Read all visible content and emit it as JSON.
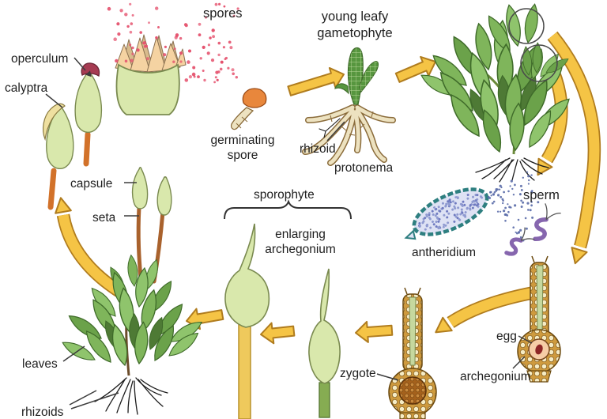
{
  "labels": {
    "spores": "spores",
    "operculum": "operculum",
    "calyptra": "calyptra",
    "capsule": "capsule",
    "seta": "seta",
    "leaves": "leaves",
    "rhizoids": "rhizoids",
    "germinating_spore": "germinating\nspore",
    "rhizoid": "rhizoid",
    "protonema": "protonema",
    "young_leafy_gametophyte": "young leafy\ngametophyte",
    "sperm": "sperm",
    "antheridium": "antheridium",
    "egg": "egg",
    "archegonium": "archegonium",
    "zygote": "zygote",
    "sporophyte": "sporophyte",
    "enlarging_archegonium": "enlarging\narchegonium"
  },
  "colors": {
    "background": "#ffffff",
    "text": "#1e1e1e",
    "arrow": "#F5C445",
    "arrow_outline": "#B07C1E",
    "capsule_green": "#D9E8AC",
    "capsule_outline": "#7a8a50",
    "leaf_light": "#8FC46C",
    "leaf_mid": "#7FB55B",
    "leaf_deep": "#6BA24A",
    "leaf_dark": "#4E7A35",
    "leaf_outline": "#3F6B2A",
    "seta": "#A9622D",
    "seta_bright": "#D2722A",
    "operculum": "#A63B52",
    "calyptra": "#EFE0A0",
    "tooth_front": "#F5D3A2",
    "tooth_back": "#D8BB8C",
    "spore_red": "#E5526E",
    "bud_green": "#57963F",
    "proto_fill": "#EDE2C0",
    "proto_outline": "#8a6b3a",
    "antheridium_fill": "#DEE2F4",
    "antheridium_border": "#2E7F80",
    "antheridium_dot": "#8F9AD0",
    "sperm_purple": "#8666AE",
    "spray_blue": "#5A6BA8",
    "canal_green": "#C6D89E",
    "egg_fill": "#F6CDA6",
    "egg_nucleus": "#8E2626",
    "stalk_yellow": "#EFC95C",
    "stalk_green": "#86AC52",
    "ring_gray": "#4a4a4a"
  }
}
